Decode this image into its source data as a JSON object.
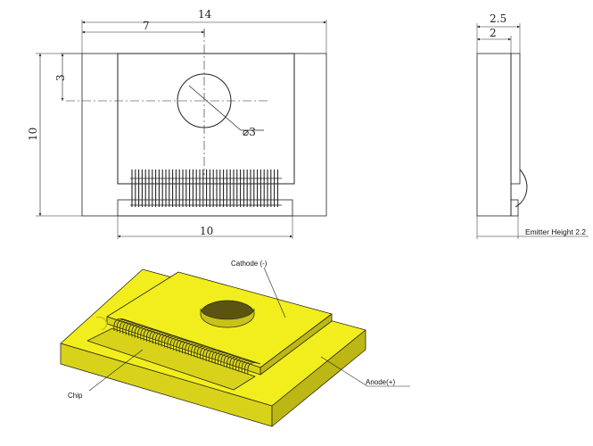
{
  "drawing": {
    "front_view": {
      "dim_overall_width": "14",
      "dim_hole_offset_x": "7",
      "dim_hole_offset_y": "3",
      "dim_overall_height": "10",
      "dim_hole_diameter": "⌀3",
      "dim_base_width": "10"
    },
    "side_view": {
      "dim_total_thickness": "2.5",
      "dim_plate_thickness": "2",
      "emitter_height_label": "Emitter Height 2.2"
    },
    "iso_view": {
      "label_cathode": "Cathode (-)",
      "label_anode": "Anode(+)",
      "label_chip": "Chip"
    },
    "colors": {
      "body_top": "#f2ee1e",
      "body_front": "#d8d31a",
      "body_side": "#bdb715",
      "line": "#222222"
    }
  }
}
